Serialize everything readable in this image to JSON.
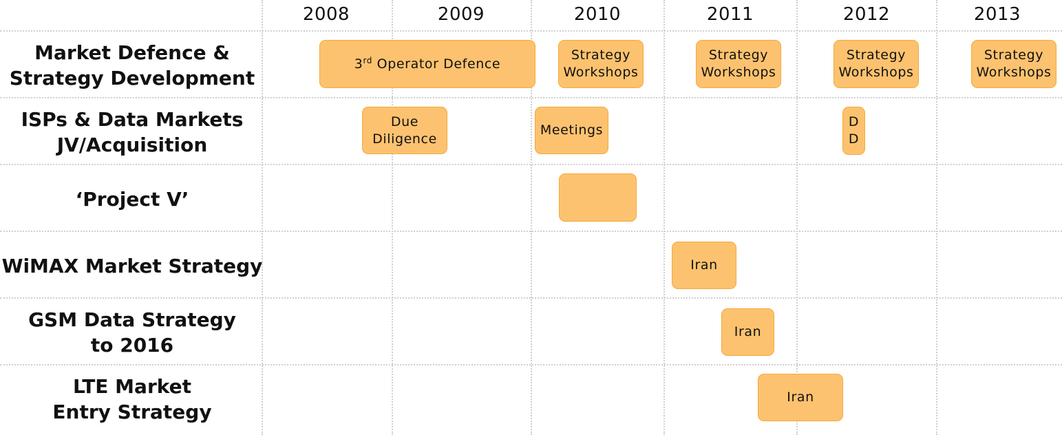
{
  "years": [
    "2008",
    "2009",
    "2010",
    "2011",
    "2012",
    "2013"
  ],
  "rows": [
    {
      "label_lines": [
        "Market Defence &",
        "Strategy Development"
      ]
    },
    {
      "label_lines": [
        "ISPs & Data Markets",
        "JV/Acquisition"
      ]
    },
    {
      "label_lines": [
        "‘Project V’"
      ]
    },
    {
      "label_lines": [
        "WiMAX Market Strategy"
      ]
    },
    {
      "label_lines": [
        "GSM Data Strategy",
        "to 2016"
      ]
    },
    {
      "label_lines": [
        "LTE Market",
        "Entry Strategy"
      ]
    }
  ],
  "tasks": [
    {
      "row": 0,
      "lines": [
        "3",
        "rd",
        " Operator Defence"
      ],
      "superscript": true
    },
    {
      "row": 0,
      "lines": [
        "Strategy",
        "Workshops"
      ]
    },
    {
      "row": 0,
      "lines": [
        "Strategy",
        "Workshops"
      ]
    },
    {
      "row": 0,
      "lines": [
        "Strategy",
        "Workshops"
      ]
    },
    {
      "row": 0,
      "lines": [
        "Strategy",
        "Workshops"
      ]
    },
    {
      "row": 1,
      "lines": [
        "Due",
        "Diligence"
      ]
    },
    {
      "row": 1,
      "lines": [
        "Meetings"
      ]
    },
    {
      "row": 1,
      "lines": [
        "D",
        "D"
      ]
    },
    {
      "row": 2,
      "lines": []
    },
    {
      "row": 3,
      "lines": [
        "Iran"
      ]
    },
    {
      "row": 4,
      "lines": [
        "Iran"
      ]
    },
    {
      "row": 5,
      "lines": [
        "Iran"
      ]
    }
  ],
  "colors": {
    "task_fill": "#fcc26f",
    "task_border": "#f5a93a",
    "grid": "#cfcfcf"
  }
}
